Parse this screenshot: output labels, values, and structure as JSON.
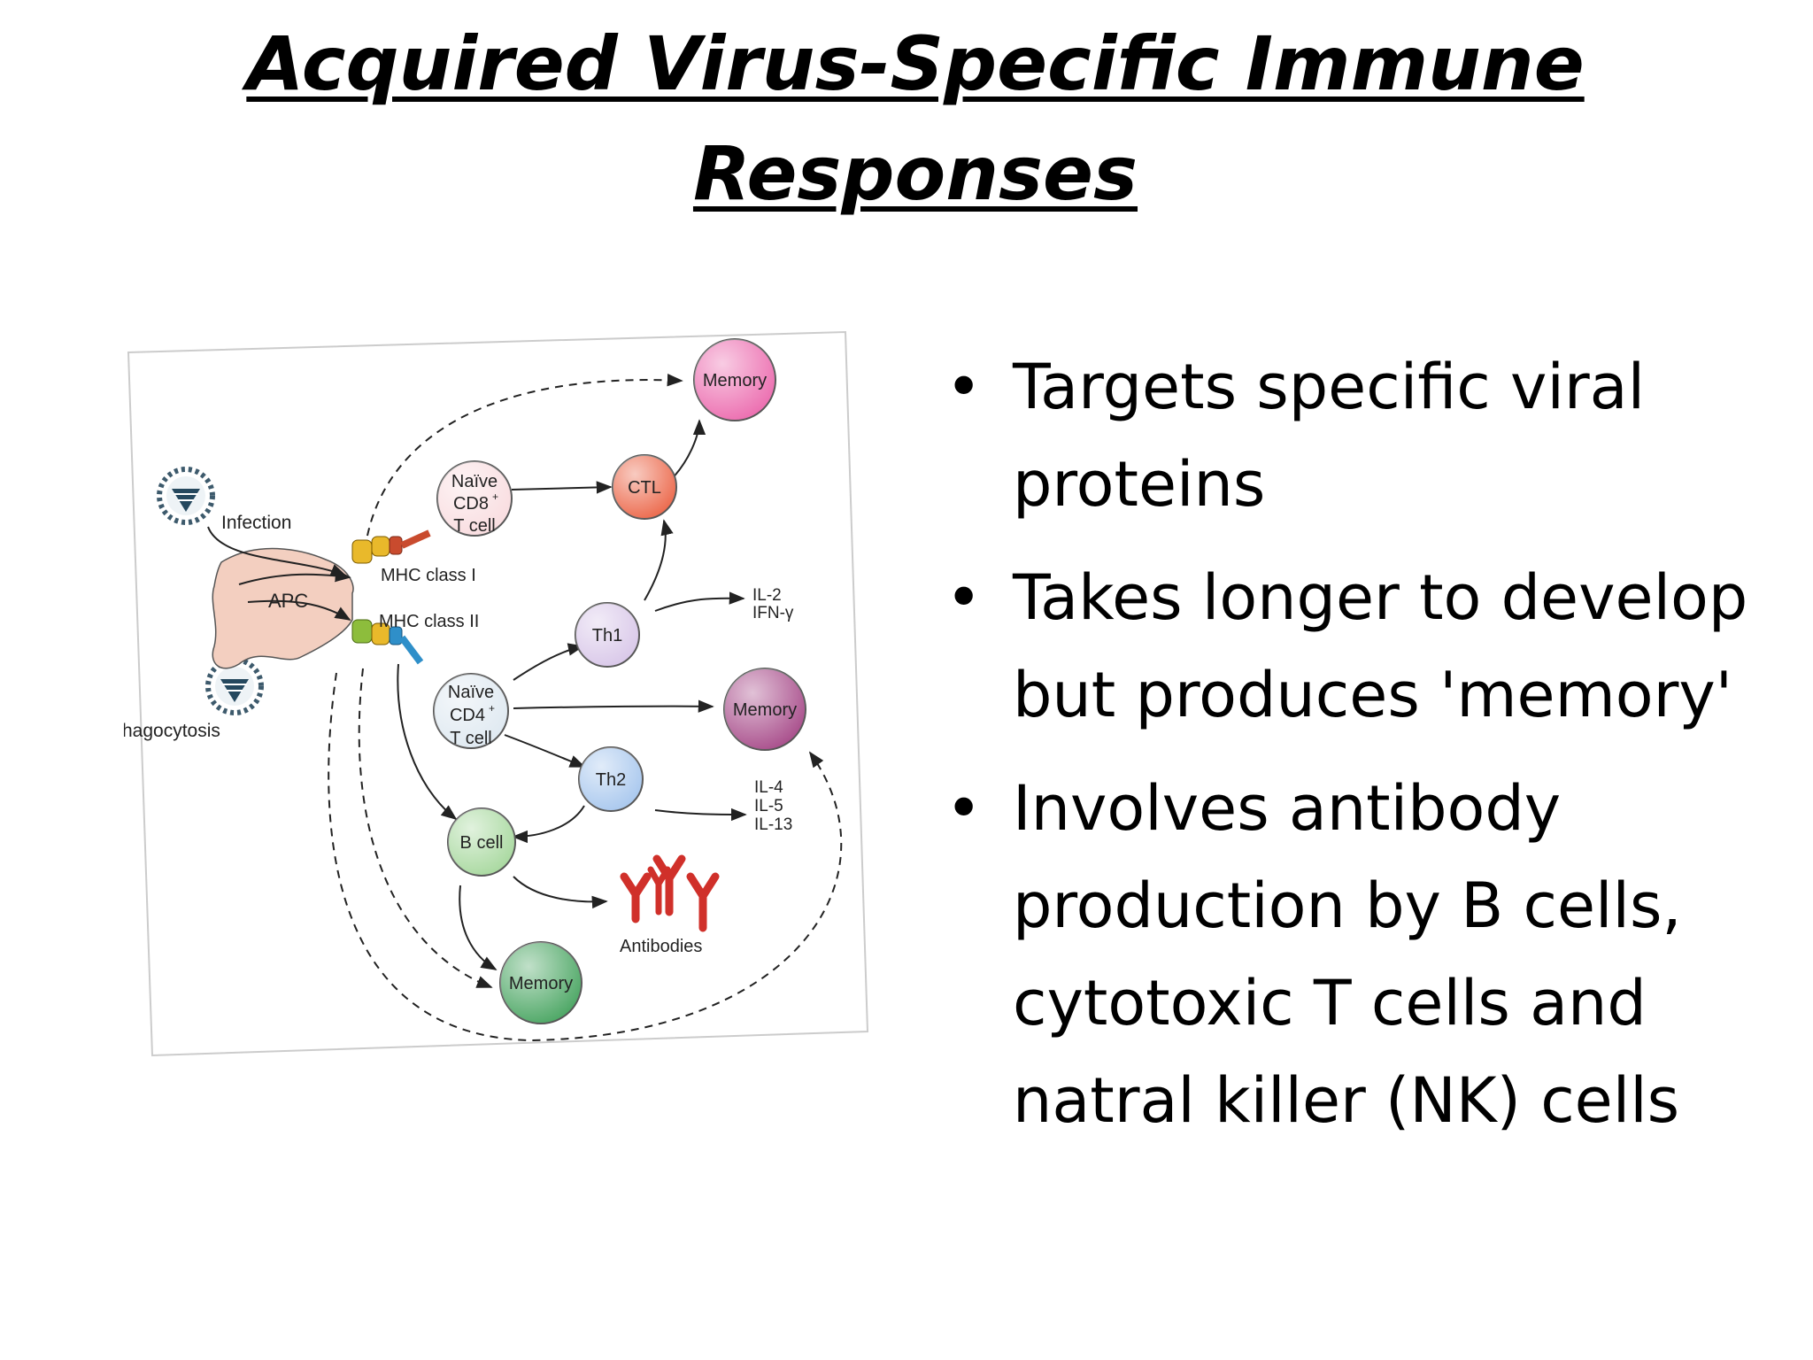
{
  "slide": {
    "title_line1": "Acquired Virus-Specific Immune",
    "title_line2": "Responses",
    "bullets": [
      "Targets specific viral proteins",
      "Takes longer to develop but produces 'memory'",
      "Involves antibody production by B cells, cytotoxic T cells and natral killer (NK) cells"
    ],
    "bullet_symbol": "•"
  },
  "diagram": {
    "labels": {
      "infection": "Infection",
      "phagocytosis": "Phagocytosis",
      "apc": "APC",
      "mhc1": "MHC class I",
      "mhc2": "MHC class II",
      "cd8_l1": "Naïve",
      "cd8_l2": "CD8",
      "cd8_l3": "T cell",
      "cd4_l1": "Naïve",
      "cd4_l2": "CD4",
      "cd4_l3": "T cell",
      "cd_sup": "+",
      "ctl": "CTL",
      "th1": "Th1",
      "th2": "Th2",
      "bcell": "B cell",
      "memory_top": "Memory",
      "memory_mid": "Memory",
      "memory_bottom": "Memory",
      "il2": "IL-2",
      "ifn": "IFN-γ",
      "il4": "IL-4",
      "il5": "IL-5",
      "il13": "IL-13",
      "antibodies": "Antibodies"
    },
    "colors": {
      "apc": "#f3cfc0",
      "cd8": "#f9dde0",
      "cd4": "#dfe9f1",
      "ctl": "#ec6a4d",
      "th1": "#d9c8e9",
      "th2": "#a9c8ee",
      "bcell": "#a9d9a0",
      "memory_top": "#ec6eb0",
      "memory_mid": "#a94f8c",
      "memory_bottom": "#4da765",
      "antibody": "#d0302a",
      "mhc1": "#e9b92b",
      "mhc2": "#8dbd3c"
    }
  }
}
